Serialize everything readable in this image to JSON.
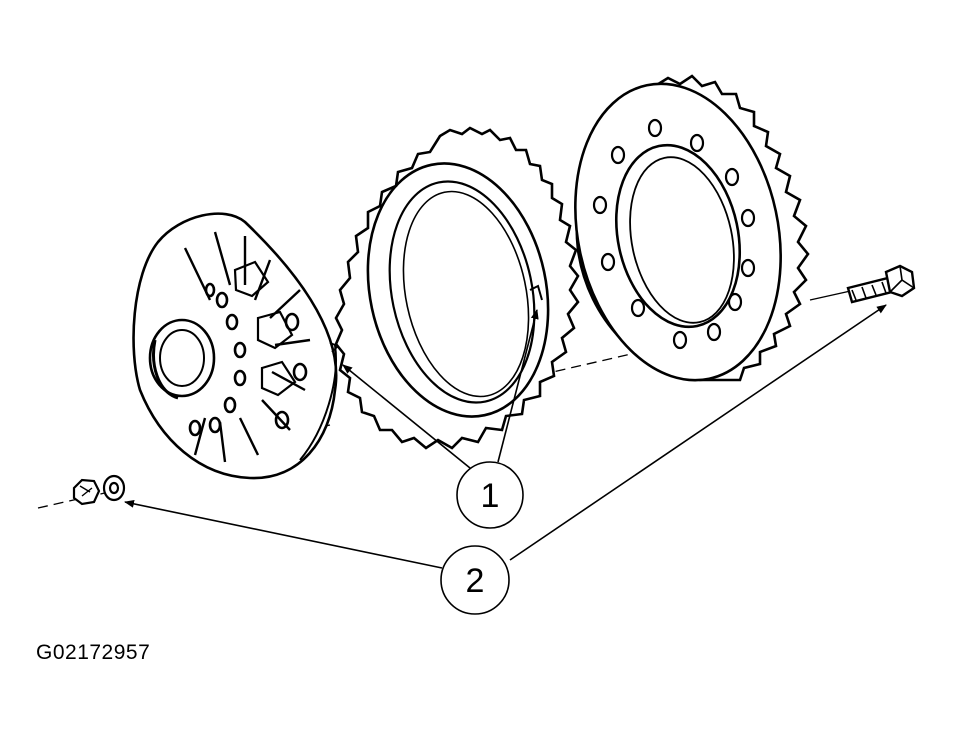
{
  "figure_id": "G02172957",
  "callouts": [
    {
      "label": "1",
      "part": "ring-gear-and-spacer"
    },
    {
      "label": "2",
      "part": "bolt-washer-and-nut"
    }
  ],
  "colors": {
    "ink": "#000000",
    "paper": "#ffffff"
  }
}
